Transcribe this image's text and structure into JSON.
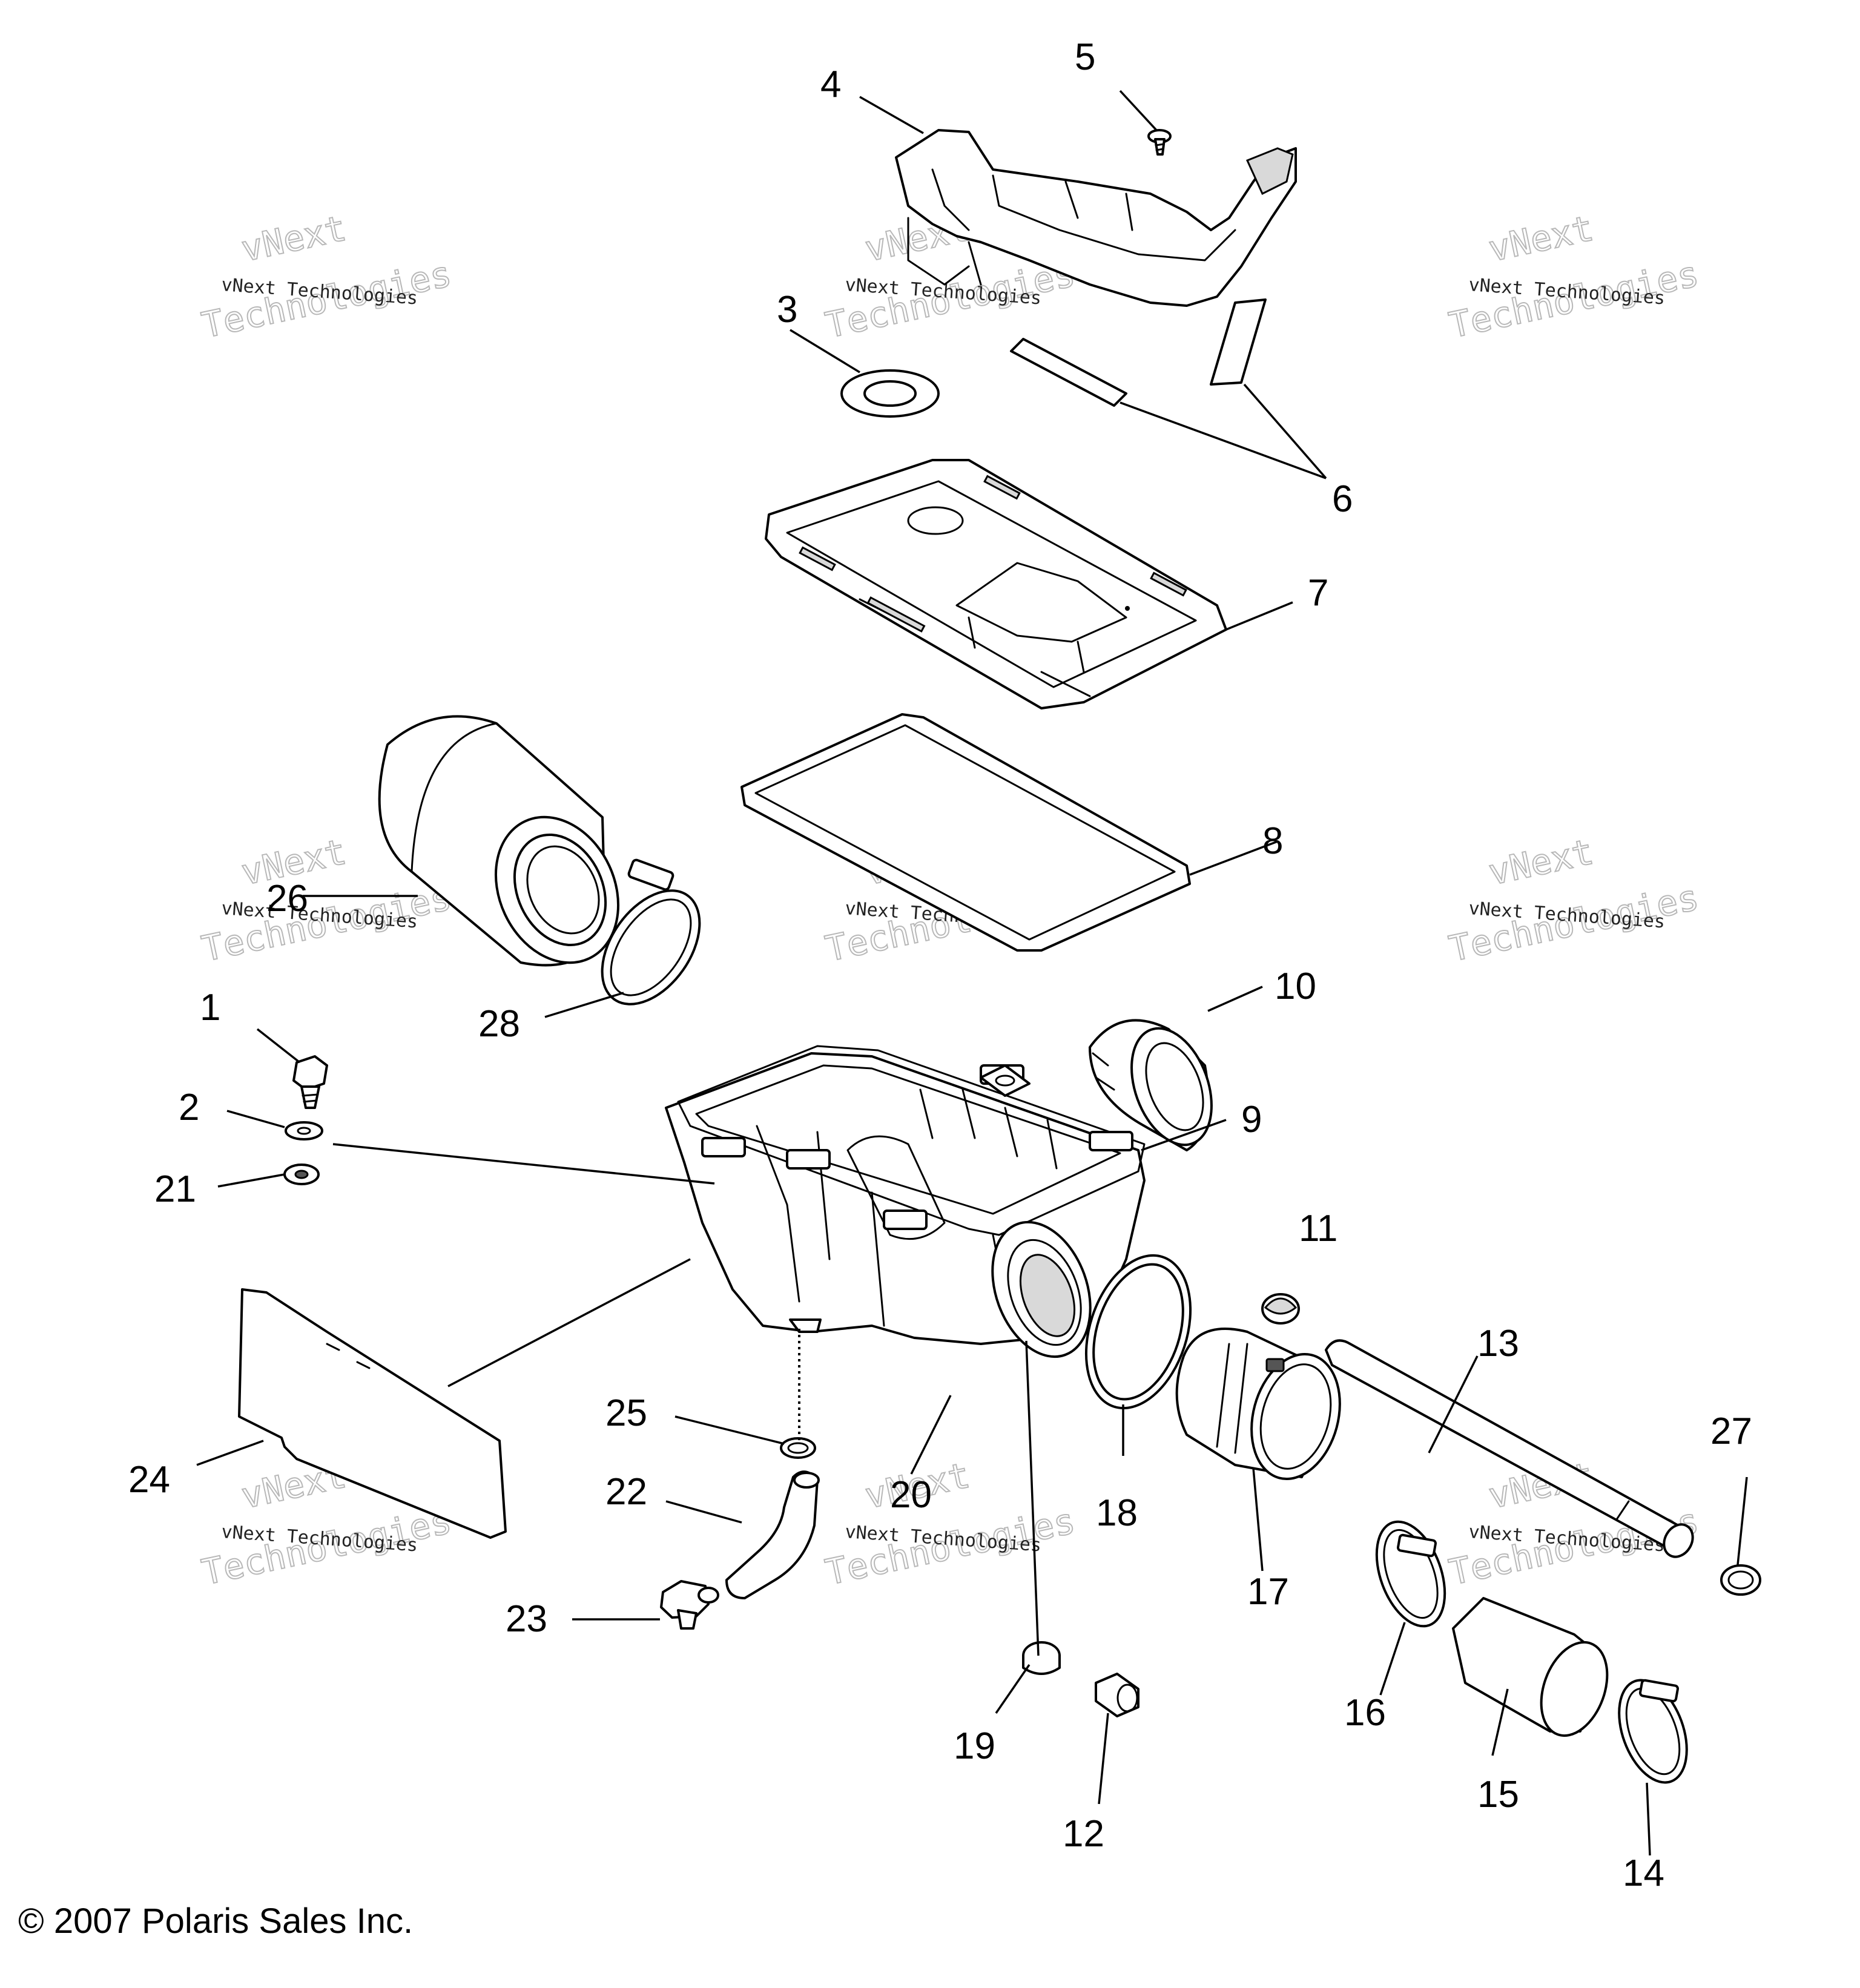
{
  "callouts": [
    {
      "id": "1",
      "label": "1"
    },
    {
      "id": "2",
      "label": "2"
    },
    {
      "id": "3",
      "label": "3"
    },
    {
      "id": "4",
      "label": "4"
    },
    {
      "id": "5",
      "label": "5"
    },
    {
      "id": "6",
      "label": "6"
    },
    {
      "id": "7",
      "label": "7"
    },
    {
      "id": "8",
      "label": "8"
    },
    {
      "id": "9",
      "label": "9"
    },
    {
      "id": "10",
      "label": "10"
    },
    {
      "id": "11",
      "label": "11"
    },
    {
      "id": "12",
      "label": "12"
    },
    {
      "id": "13",
      "label": "13"
    },
    {
      "id": "14",
      "label": "14"
    },
    {
      "id": "15",
      "label": "15"
    },
    {
      "id": "16",
      "label": "16"
    },
    {
      "id": "17",
      "label": "17"
    },
    {
      "id": "18",
      "label": "18"
    },
    {
      "id": "19",
      "label": "19"
    },
    {
      "id": "20",
      "label": "20"
    },
    {
      "id": "21",
      "label": "21"
    },
    {
      "id": "22",
      "label": "22"
    },
    {
      "id": "23",
      "label": "23"
    },
    {
      "id": "24",
      "label": "24"
    },
    {
      "id": "25",
      "label": "25"
    },
    {
      "id": "26",
      "label": "26"
    },
    {
      "id": "27",
      "label": "27"
    },
    {
      "id": "28",
      "label": "28"
    }
  ],
  "watermark": {
    "line1": "vNext",
    "line2": "vNext Technologies",
    "line3": "Technologies"
  },
  "copyright": "© 2007 Polaris Sales Inc."
}
